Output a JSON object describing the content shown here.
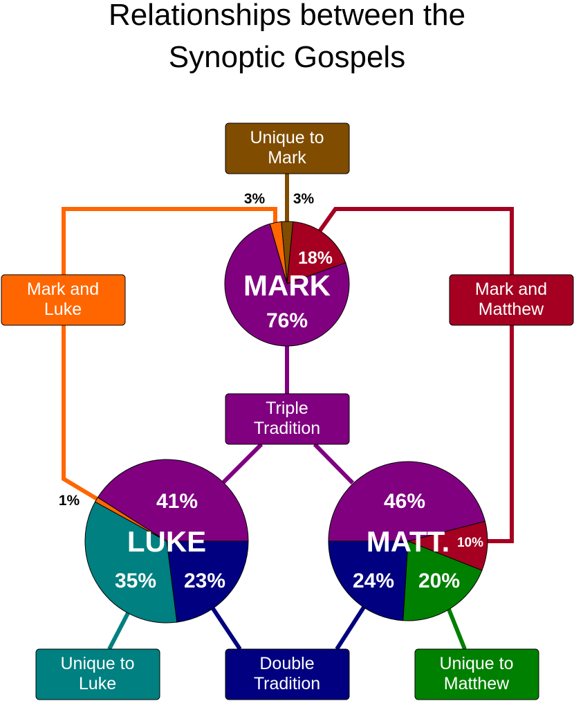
{
  "title": [
    "Relationships between the",
    "Synoptic Gospels"
  ],
  "colors": {
    "triple": "#800080",
    "mark_luke": "#ff6600",
    "mark_matthew": "#a50021",
    "unique_mark": "#7f4c00",
    "unique_luke": "#008080",
    "unique_matthew": "#008000",
    "double": "#000080"
  },
  "boxes": {
    "unique_mark": [
      "Unique to",
      "Mark"
    ],
    "mark_luke": [
      "Mark and",
      "Luke"
    ],
    "mark_matthew": [
      "Mark and",
      "Matthew"
    ],
    "triple": [
      "Triple",
      "Tradition"
    ],
    "unique_luke": [
      "Unique to",
      "Luke"
    ],
    "double": [
      "Double",
      "Tradition"
    ],
    "unique_matthew": [
      "Unique to",
      "Matthew"
    ]
  },
  "chart_data": [
    {
      "type": "pie",
      "name": "MARK",
      "slices": [
        {
          "label": "Mark and Luke",
          "value": 3,
          "text": "3%",
          "key": "mark_luke"
        },
        {
          "label": "Unique to Mark",
          "value": 3,
          "text": "3%",
          "key": "unique_mark"
        },
        {
          "label": "Mark and Matthew",
          "value": 18,
          "text": "18%",
          "key": "mark_matthew"
        },
        {
          "label": "Triple Tradition",
          "value": 76,
          "text": "76%",
          "key": "triple"
        }
      ]
    },
    {
      "type": "pie",
      "name": "LUKE",
      "slices": [
        {
          "label": "Double Tradition",
          "value": 23,
          "text": "23%",
          "key": "double"
        },
        {
          "label": "Unique to Luke",
          "value": 35,
          "text": "35%",
          "key": "unique_luke"
        },
        {
          "label": "Mark and Luke",
          "value": 1,
          "text": "1%",
          "key": "mark_luke"
        },
        {
          "label": "Triple Tradition",
          "value": 41,
          "text": "41%",
          "key": "triple"
        }
      ]
    },
    {
      "type": "pie",
      "name": "MATT.",
      "slices": [
        {
          "label": "Triple Tradition",
          "value": 46,
          "text": "46%",
          "key": "triple"
        },
        {
          "label": "Mark and Matthew",
          "value": 10,
          "text": "10%",
          "key": "mark_matthew"
        },
        {
          "label": "Unique to Matthew",
          "value": 20,
          "text": "20%",
          "key": "unique_matthew"
        },
        {
          "label": "Double Tradition",
          "value": 24,
          "text": "24%",
          "key": "double"
        }
      ]
    }
  ]
}
